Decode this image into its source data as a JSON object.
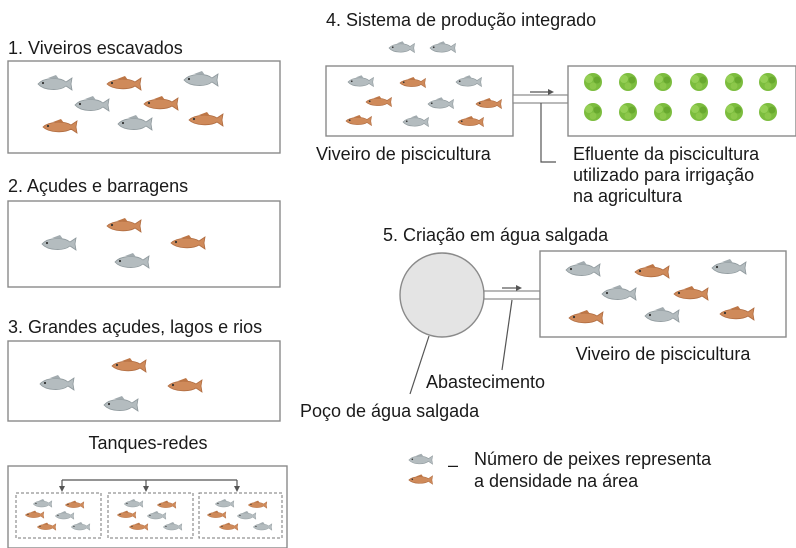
{
  "sections": {
    "s1": {
      "title": "1. Viveiros escavados"
    },
    "s2": {
      "title": "2. Açudes e barragens"
    },
    "s3": {
      "title": "3. Grandes açudes, lagos e rios",
      "sub": "Tanques-redes"
    },
    "s4": {
      "title": "4. Sistema de produção integrado",
      "pond_label": "Viveiro de piscicultura",
      "effluent_lines": [
        "Efluente da piscicultura",
        "utilizado para irrigação",
        "na agricultura"
      ]
    },
    "s5": {
      "title": "5. Criação em água salgada",
      "pond_label": "Viveiro de piscicultura",
      "supply_label": "Abastecimento",
      "well_label": "Poço de água salgada"
    }
  },
  "legend": {
    "dash": "–",
    "lines": [
      "Número de peixes representa",
      "a densidade na área"
    ]
  },
  "colors": {
    "gray_fish": "#b4bcbf",
    "orange_fish": "#cf8a5a",
    "plant": "#7cbd3e",
    "border": "#8a8a8a"
  }
}
